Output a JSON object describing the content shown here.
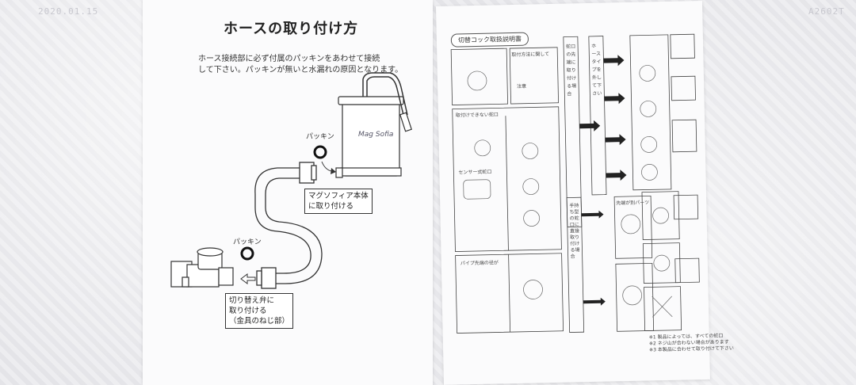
{
  "photo_stamps": {
    "top_left": "2020.01.15",
    "top_right": "A2602T"
  },
  "left_sheet": {
    "title": "ホースの取り付け方",
    "instructions": "ホース接続部に必ず付属のパッキンをあわせて接続\nして下さい。パッキンが無いと水漏れの原因となります。",
    "packing_label_upper": "パッキン",
    "packing_label_lower": "パッキン",
    "device_logo": "Mag Sofia",
    "callout_body": "マグソフィア本体\nに取り付ける",
    "callout_valve": "切り替え弁に\n取り付ける\n（金具のねじ部）"
  },
  "right_sheet": {
    "title": "切替コック取扱説明書",
    "header_labels": [
      "取付方法に関して",
      "注意"
    ],
    "section_labels": [
      "取付けできない蛇口",
      "センサー式蛇口",
      "パイプ先端の径が",
      "蛇口の先端に取り付ける場合",
      "ホースタイプを外して下さい",
      "先端が別パーツ",
      "手持ち型の蛇口に直接取り付ける場合"
    ],
    "footnotes": "※1 製品によっては、すべての蛇口\n※2 ネジ山が合わない場合があります\n※3 本製品に合わせて取り付けて下さい"
  }
}
